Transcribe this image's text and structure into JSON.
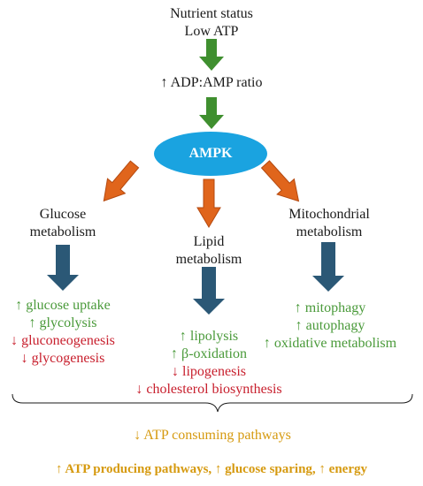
{
  "top": {
    "line1": "Nutrient status",
    "line2": "Low ATP"
  },
  "ratio": "↑ ADP:AMP ratio",
  "central_node": "AMPK",
  "branches": {
    "glucose": {
      "title_line1": "Glucose",
      "title_line2": "metabolism",
      "effects": [
        {
          "text": "↑ glucose uptake",
          "tone": "up"
        },
        {
          "text": "↑ glycolysis",
          "tone": "up"
        },
        {
          "text": "↓ gluconeogenesis",
          "tone": "down"
        },
        {
          "text": "↓ glycogenesis",
          "tone": "down"
        }
      ]
    },
    "lipid": {
      "title_line1": "Lipid",
      "title_line2": "metabolism",
      "effects": [
        {
          "text": "↑ lipolysis",
          "tone": "up"
        },
        {
          "text": "↑ β-oxidation",
          "tone": "up"
        },
        {
          "text": "↓ lipogenesis",
          "tone": "down"
        },
        {
          "text": "↓ cholesterol biosynthesis",
          "tone": "down"
        }
      ]
    },
    "mito": {
      "title_line1": "Mitochondrial",
      "title_line2": "metabolism",
      "effects": [
        {
          "text": "↑ mitophagy",
          "tone": "up"
        },
        {
          "text": "↑ autophagy",
          "tone": "up"
        },
        {
          "text": "↑ oxidative metabolism",
          "tone": "up"
        }
      ]
    }
  },
  "summary": {
    "line1": "↓ ATP consuming pathways",
    "line2": "↑ ATP producing pathways, ↑ glucose sparing, ↑ energy"
  },
  "colors": {
    "green_arrow": "#3f8f2f",
    "orange_arrow": "#e0651c",
    "blue_arrow": "#2b5876",
    "node_fill": "#1aa3e0",
    "up_text": "#4a9a3a",
    "down_text": "#c8202e",
    "summary_text": "#d69a10"
  }
}
